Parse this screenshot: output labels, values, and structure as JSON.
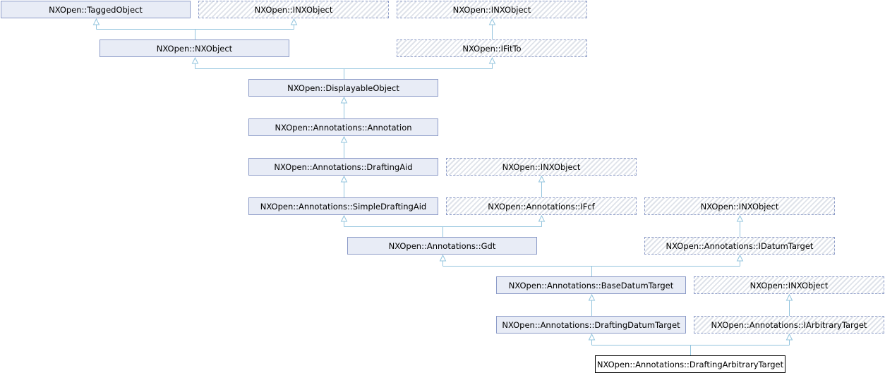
{
  "nodes": [
    {
      "id": "tagged",
      "label": "NXOpen::TaggedObject",
      "kind": "class"
    },
    {
      "id": "inx1",
      "label": "NXOpen::INXObject",
      "kind": "interface"
    },
    {
      "id": "inx2",
      "label": "NXOpen::INXObject",
      "kind": "interface"
    },
    {
      "id": "nxobject",
      "label": "NXOpen::NXObject",
      "kind": "class"
    },
    {
      "id": "ifitto",
      "label": "NXOpen::IFitTo",
      "kind": "interface"
    },
    {
      "id": "displayable",
      "label": "NXOpen::DisplayableObject",
      "kind": "class"
    },
    {
      "id": "annotation",
      "label": "NXOpen::Annotations::Annotation",
      "kind": "class"
    },
    {
      "id": "draftingaid",
      "label": "NXOpen::Annotations::DraftingAid",
      "kind": "class"
    },
    {
      "id": "inx3",
      "label": "NXOpen::INXObject",
      "kind": "interface"
    },
    {
      "id": "simpledraftingaid",
      "label": "NXOpen::Annotations::SimpleDraftingAid",
      "kind": "class"
    },
    {
      "id": "ifcf",
      "label": "NXOpen::Annotations::IFcf",
      "kind": "interface"
    },
    {
      "id": "inx4",
      "label": "NXOpen::INXObject",
      "kind": "interface"
    },
    {
      "id": "gdt",
      "label": "NXOpen::Annotations::Gdt",
      "kind": "class"
    },
    {
      "id": "idatumtarget",
      "label": "NXOpen::Annotations::IDatumTarget",
      "kind": "interface"
    },
    {
      "id": "basedatumtarget",
      "label": "NXOpen::Annotations::BaseDatumTarget",
      "kind": "class"
    },
    {
      "id": "inx5",
      "label": "NXOpen::INXObject",
      "kind": "interface"
    },
    {
      "id": "draftingdatumtarget",
      "label": "NXOpen::Annotations::DraftingDatumTarget",
      "kind": "class"
    },
    {
      "id": "iarbitrarytarget",
      "label": "NXOpen::Annotations::IArbitraryTarget",
      "kind": "interface"
    },
    {
      "id": "draftingarbitrarytarget",
      "label": "NXOpen::Annotations::DraftingArbitraryTarget",
      "kind": "current"
    }
  ],
  "edges": [
    {
      "child": "nxobject",
      "parents": [
        "tagged",
        "inx1"
      ]
    },
    {
      "child": "ifitto",
      "parents": [
        "inx2"
      ]
    },
    {
      "child": "displayable",
      "parents": [
        "nxobject",
        "ifitto"
      ]
    },
    {
      "child": "annotation",
      "parents": [
        "displayable"
      ]
    },
    {
      "child": "draftingaid",
      "parents": [
        "annotation"
      ]
    },
    {
      "child": "simpledraftingaid",
      "parents": [
        "draftingaid"
      ]
    },
    {
      "child": "ifcf",
      "parents": [
        "inx3"
      ]
    },
    {
      "child": "gdt",
      "parents": [
        "simpledraftingaid",
        "ifcf"
      ]
    },
    {
      "child": "idatumtarget",
      "parents": [
        "inx4"
      ]
    },
    {
      "child": "basedatumtarget",
      "parents": [
        "gdt",
        "idatumtarget"
      ]
    },
    {
      "child": "draftingdatumtarget",
      "parents": [
        "basedatumtarget"
      ]
    },
    {
      "child": "iarbitrarytarget",
      "parents": [
        "inx5"
      ]
    },
    {
      "child": "draftingarbitrarytarget",
      "parents": [
        "draftingdatumtarget",
        "iarbitrarytarget"
      ]
    }
  ]
}
